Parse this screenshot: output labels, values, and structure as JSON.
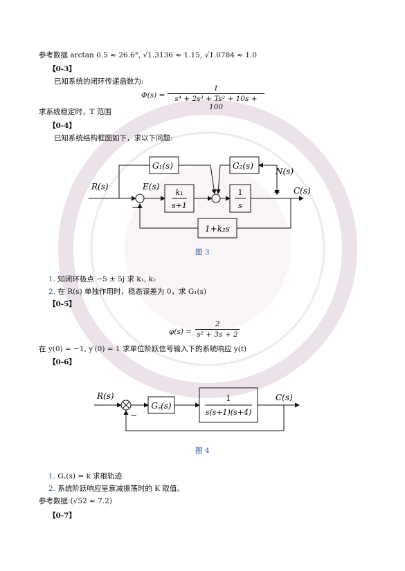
{
  "ref_line_1": "参考数据 arctan 0.5 ≈ 26.6°, √1.3136 ≈ 1.15, √1.0784 ≈ 1.0",
  "q03": {
    "tag": "【0-3】",
    "intro": "已知系统的闭环传递函数为:",
    "lhs": "Φ(s) =",
    "num": "1",
    "den": "s⁴ + 2s³ + Ts² + 10s + 100",
    "ask": "求系统稳定时，T 范围"
  },
  "q04": {
    "tag": "【0-4】",
    "intro": "已知系统结构框图如下，求以下问题:",
    "fig_caption": "图 3",
    "items": [
      {
        "num": "1.",
        "text": "知闭环极点 −5 ± 5j 求 k₁, k₂"
      },
      {
        "num": "2.",
        "text": "在 R(s) 单独作用时，稳态误差为 0，求 G₁(s)"
      }
    ]
  },
  "fig3": {
    "R": "R(s)",
    "E": "E(s)",
    "G1": "G₁(s)",
    "G2": "G₂(s)",
    "N": "N(s)",
    "k1_num": "k₁",
    "k1_den": "s+1",
    "int_num": "1",
    "int_den": "s",
    "C": "C(s)",
    "fb": "1+k₂s",
    "minus": "−",
    "plus": "+"
  },
  "q05": {
    "tag": "【0-5】",
    "lhs": "φ(s) =",
    "num": "2",
    "den": "s² + 3s + 2",
    "ask": "在 y(0) = −1, y′(0) = 1 求单位阶跃信号输入下的系统响应 y(t)"
  },
  "q06": {
    "tag": "【0-6】",
    "fig_caption": "图 4",
    "items": [
      {
        "num": "1.",
        "text": "G꜀(s) = k 求根轨迹"
      },
      {
        "num": "2.",
        "text": "系统阶跃响应呈衰减振荡时的 K 取值。"
      }
    ],
    "ref": "参考数据:(√52 ≈ 7.2)"
  },
  "fig4": {
    "R": "R(s)",
    "Gc": "G꜀(s)",
    "num": "1",
    "den": "s(s+1)(s+4)",
    "C": "C(s)",
    "minus": "−"
  },
  "q07": {
    "tag": "【0-7】"
  },
  "colors": {
    "caption_blue": "#2f5c9a",
    "watermark": "#e9dfe6"
  }
}
